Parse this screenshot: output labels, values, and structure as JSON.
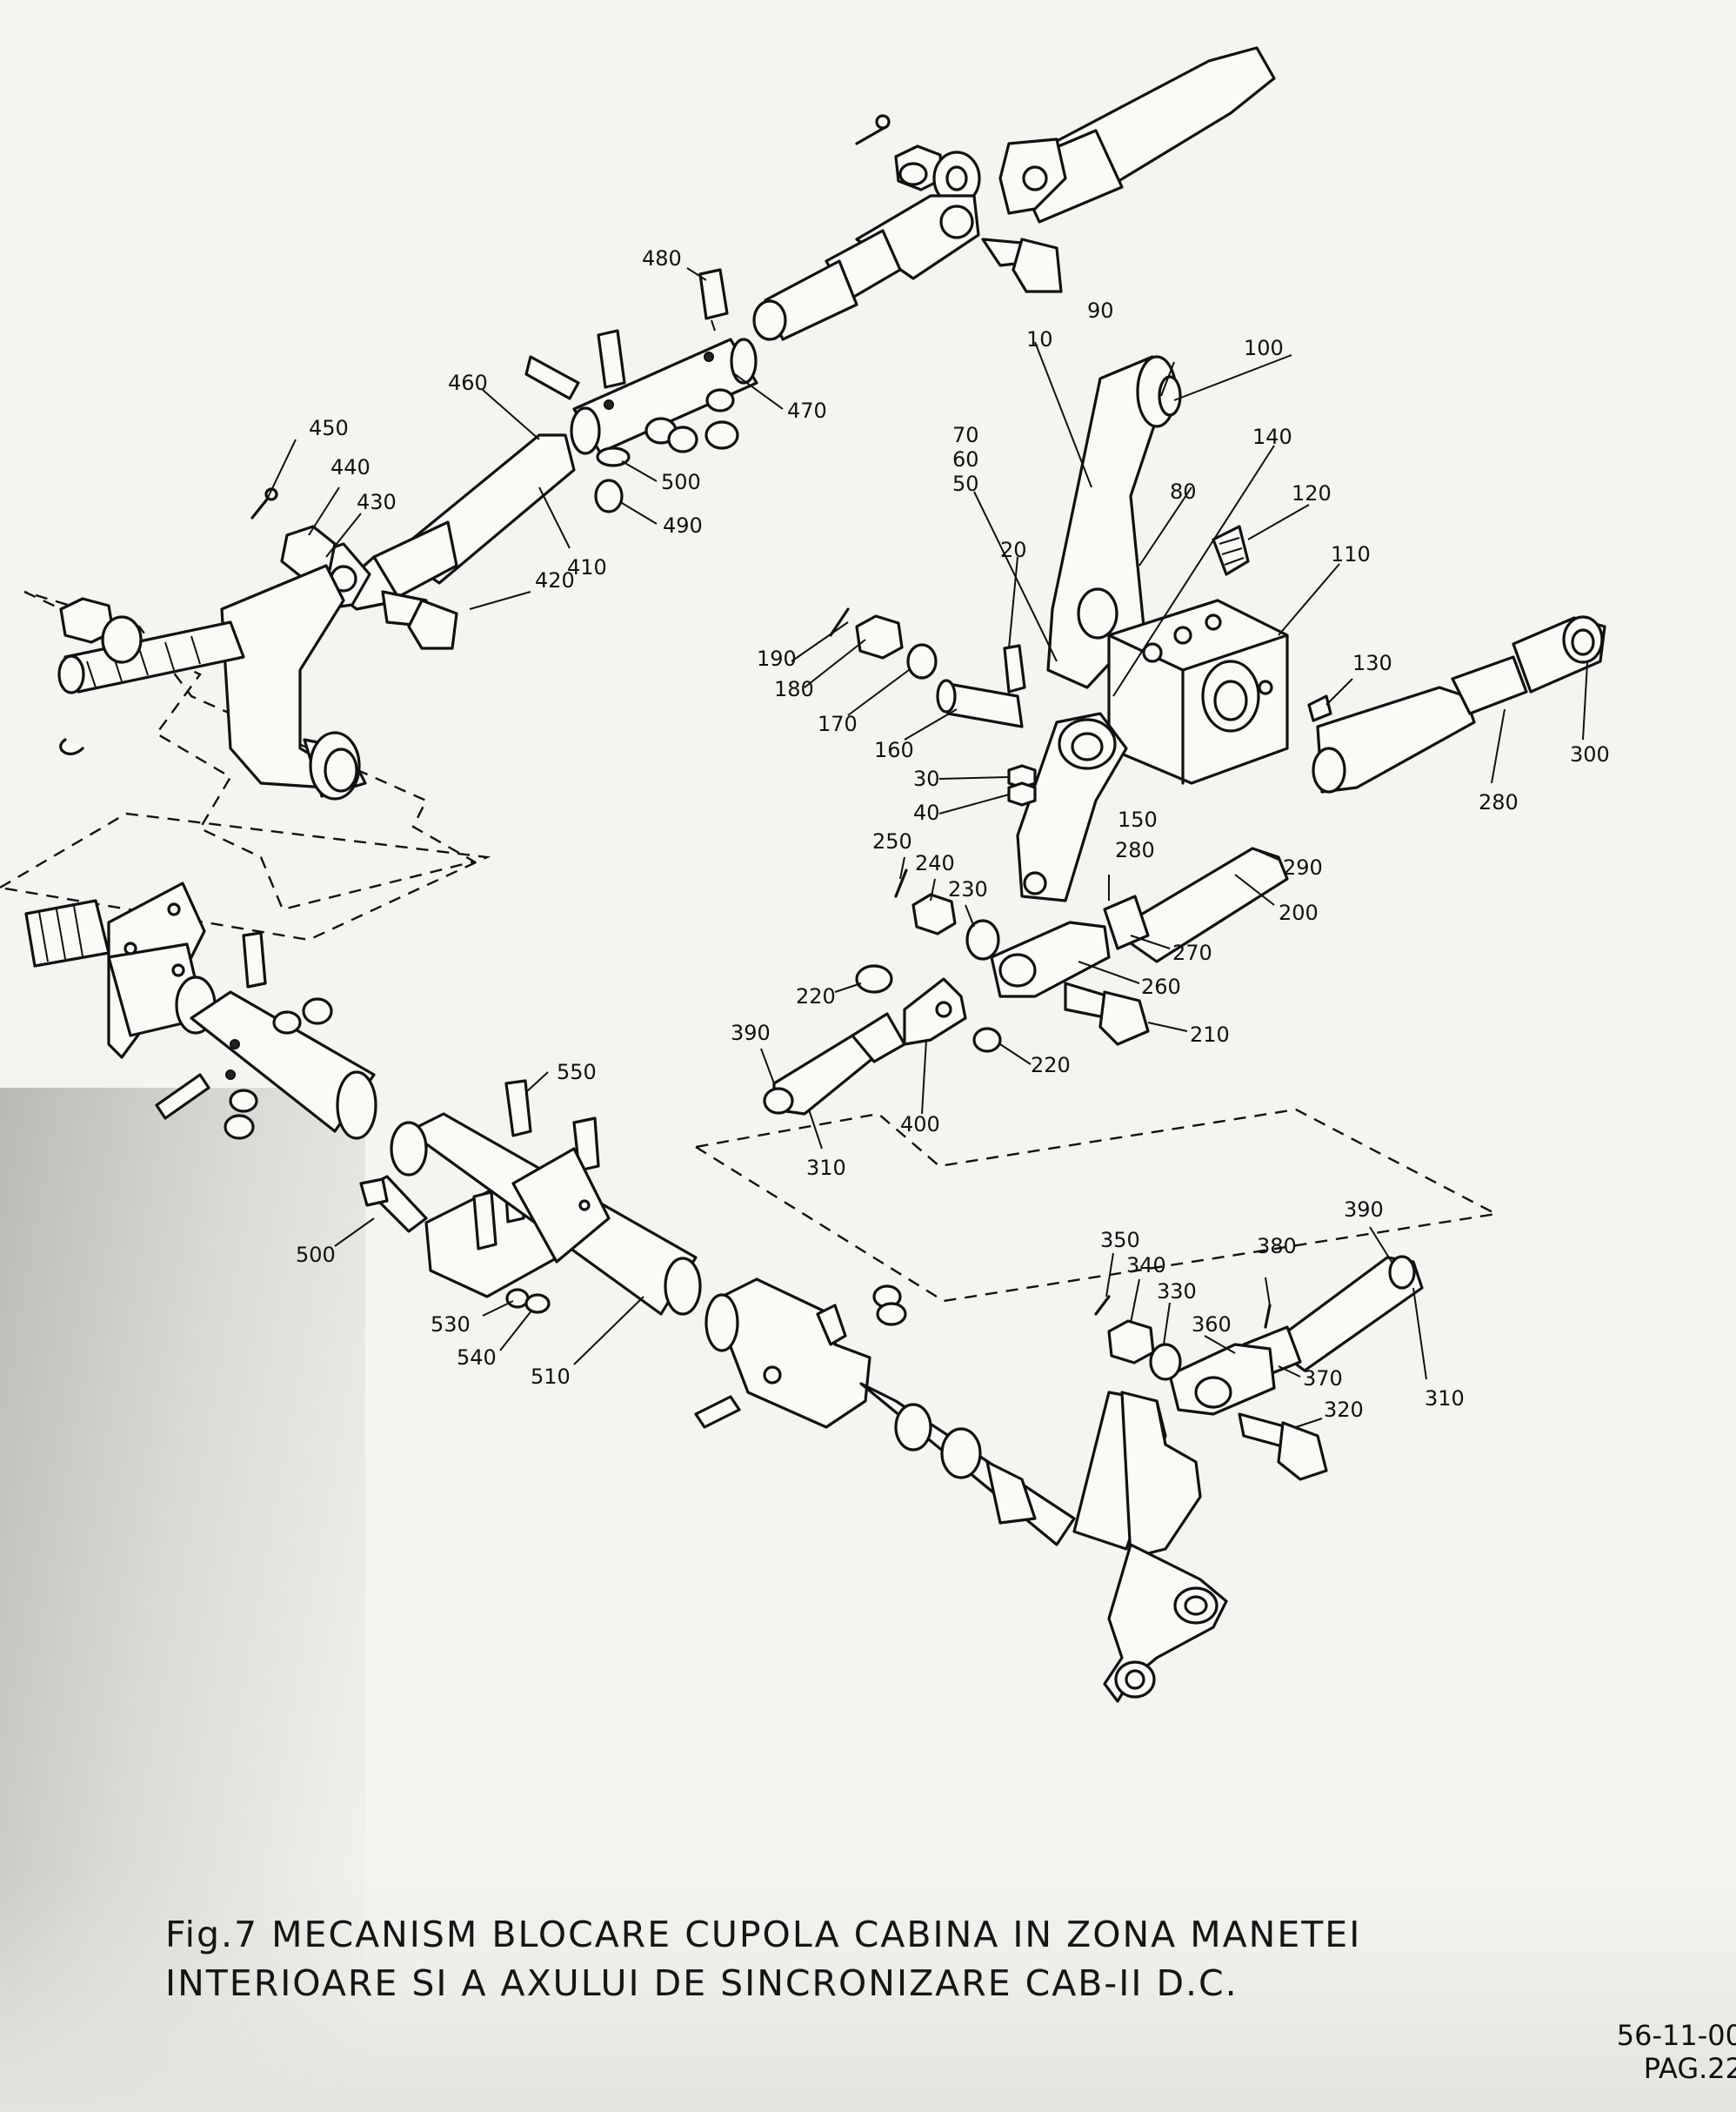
{
  "caption": {
    "line1": "Fig.7 MECANISM BLOCARE CUPOLA CABINA IN ZONA MANETEI",
    "line2": "INTERIOARE SI A AXULUI DE SINCRONIZARE CAB-II D.C."
  },
  "page_ref": {
    "doc_code": "56-11-00",
    "page": "PAG.22"
  },
  "callouts": [
    {
      "id": "c480",
      "text": "480"
    },
    {
      "id": "c460",
      "text": "460"
    },
    {
      "id": "c470",
      "text": "470"
    },
    {
      "id": "c450",
      "text": "450"
    },
    {
      "id": "c440",
      "text": "440"
    },
    {
      "id": "c430",
      "text": "430"
    },
    {
      "id": "c500a",
      "text": "500"
    },
    {
      "id": "c490",
      "text": "490"
    },
    {
      "id": "c410",
      "text": "410"
    },
    {
      "id": "c420",
      "text": "420"
    },
    {
      "id": "c10",
      "text": "10"
    },
    {
      "id": "c90",
      "text": "90"
    },
    {
      "id": "c100",
      "text": "100"
    },
    {
      "id": "c70",
      "text": "70"
    },
    {
      "id": "c60",
      "text": "60"
    },
    {
      "id": "c50",
      "text": "50"
    },
    {
      "id": "c140",
      "text": "140"
    },
    {
      "id": "c80",
      "text": "80"
    },
    {
      "id": "c120",
      "text": "120"
    },
    {
      "id": "c20",
      "text": "20"
    },
    {
      "id": "c110",
      "text": "110"
    },
    {
      "id": "c190",
      "text": "190"
    },
    {
      "id": "c180",
      "text": "180"
    },
    {
      "id": "c170",
      "text": "170"
    },
    {
      "id": "c160",
      "text": "160"
    },
    {
      "id": "c130",
      "text": "130"
    },
    {
      "id": "c300",
      "text": "300"
    },
    {
      "id": "c30",
      "text": "30"
    },
    {
      "id": "c40",
      "text": "40"
    },
    {
      "id": "c280a",
      "text": "280"
    },
    {
      "id": "c150",
      "text": "150"
    },
    {
      "id": "c280b",
      "text": "280"
    },
    {
      "id": "c250",
      "text": "250"
    },
    {
      "id": "c240",
      "text": "240"
    },
    {
      "id": "c230",
      "text": "230"
    },
    {
      "id": "c290",
      "text": "290"
    },
    {
      "id": "c200",
      "text": "200"
    },
    {
      "id": "c270",
      "text": "270"
    },
    {
      "id": "c260",
      "text": "260"
    },
    {
      "id": "c220a",
      "text": "220"
    },
    {
      "id": "c210",
      "text": "210"
    },
    {
      "id": "c390a",
      "text": "390"
    },
    {
      "id": "c220b",
      "text": "220"
    },
    {
      "id": "c400",
      "text": "400"
    },
    {
      "id": "c310a",
      "text": "310"
    },
    {
      "id": "c550",
      "text": "550"
    },
    {
      "id": "c500b",
      "text": "500"
    },
    {
      "id": "c530",
      "text": "530"
    },
    {
      "id": "c540",
      "text": "540"
    },
    {
      "id": "c510",
      "text": "510"
    },
    {
      "id": "c390b",
      "text": "390"
    },
    {
      "id": "c350",
      "text": "350"
    },
    {
      "id": "c340",
      "text": "340"
    },
    {
      "id": "c380",
      "text": "380"
    },
    {
      "id": "c330",
      "text": "330"
    },
    {
      "id": "c360",
      "text": "360"
    },
    {
      "id": "c370",
      "text": "370"
    },
    {
      "id": "c320",
      "text": "320"
    },
    {
      "id": "c310b",
      "text": "310"
    }
  ]
}
